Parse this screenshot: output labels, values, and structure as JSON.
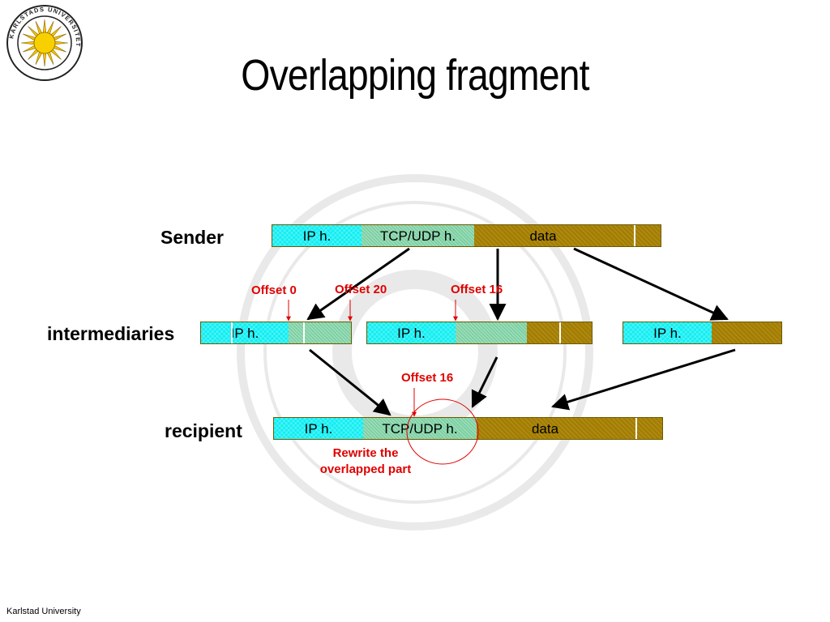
{
  "title": "Overlapping fragment",
  "footer": "Karlstad University",
  "logo": {
    "text": "KARLSTADS UNIVERSITET"
  },
  "rows": {
    "sender": "Sender",
    "intermediaries": "intermediaries",
    "recipient": "recipient"
  },
  "packets": {
    "sender": {
      "ip": "IP h.",
      "tcp": "TCP/UDP h.",
      "data": "data"
    },
    "frag1": {
      "ip": "IP h."
    },
    "frag2": {
      "ip": "IP h."
    },
    "frag3": {
      "ip": "IP h."
    },
    "recipient": {
      "ip": "IP h.",
      "tcp": "TCP/UDP h.",
      "data": "data"
    }
  },
  "annotations": {
    "offset0": "Offset 0",
    "offset20": "Offset 20",
    "offset16_a": "Offset 16",
    "offset16_b": "Offset 16",
    "rewrite_line1": "Rewrite the",
    "rewrite_line2": "overlapped part"
  },
  "colors": {
    "ip_header": "#12eef2",
    "tcp_header": "#7cd0a2",
    "data": "#a47e00",
    "annotation": "#e00000",
    "arrow": "#000000"
  }
}
